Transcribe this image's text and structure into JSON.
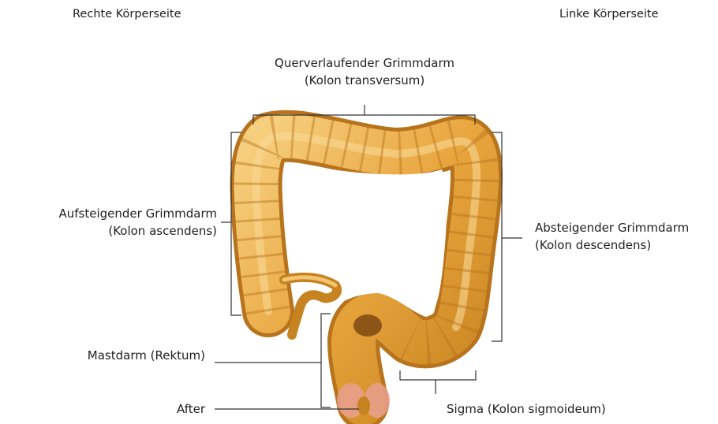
{
  "sides": {
    "right_body": "Rechte Körperseite",
    "left_body": "Linke Körperseite"
  },
  "labels": {
    "transversum": {
      "line1": "Querverlaufender Grimmdarm",
      "line2": "(Kolon transversum)"
    },
    "ascendens": {
      "line1": "Aufsteigender Grimmdarm",
      "line2": "(Kolon ascendens)"
    },
    "descendens": {
      "line1": "Absteigender Grimmdarm",
      "line2": "(Kolon descendens)"
    },
    "rektum": "Mastdarm (Rektum)",
    "after": "After",
    "sigma": "Sigma (Kolon sigmoideum)"
  },
  "colors": {
    "colon_fill": "#e8a43c",
    "colon_light": "#f6cf7e",
    "colon_dark": "#b8741c",
    "anus_pink": "#e9a08f",
    "line": "#333333"
  }
}
